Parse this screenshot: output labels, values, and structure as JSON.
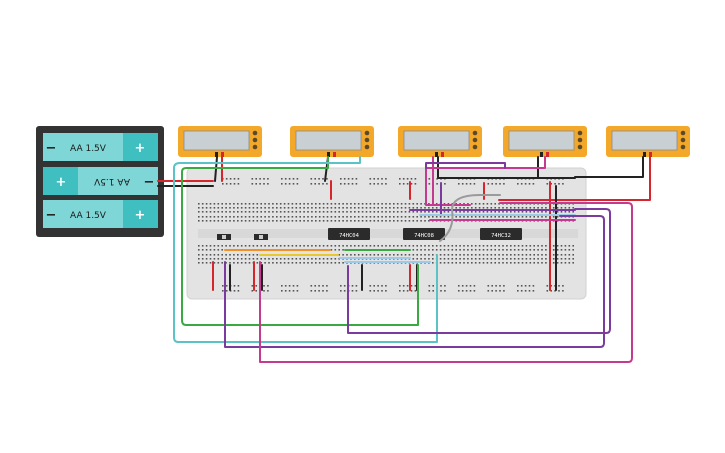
{
  "battery_pack": {
    "cells": [
      {
        "label": "AA 1.5V",
        "plus": "+",
        "minus": "−",
        "flipped": false
      },
      {
        "label": "AA 1.5V",
        "plus": "+",
        "minus": "−",
        "flipped": true
      },
      {
        "label": "AA 1.5V",
        "plus": "+",
        "minus": "−",
        "flipped": false
      }
    ]
  },
  "multimeters": [
    {
      "id": "m1"
    },
    {
      "id": "m2"
    },
    {
      "id": "m3"
    },
    {
      "id": "m4"
    },
    {
      "id": "m5"
    }
  ],
  "chips": [
    {
      "label": "74HC04"
    },
    {
      "label": "74HC08"
    },
    {
      "label": "74HC32"
    }
  ],
  "switches": [
    {
      "id": "sw1"
    },
    {
      "id": "sw2"
    }
  ],
  "colors": {
    "battery_body": "#333333",
    "battery_cell": "#3fbfbf",
    "battery_cell_light": "#7fd6d6",
    "meter_body": "#f4a829",
    "meter_screen": "#c9d0d3",
    "breadboard": "#e4e4e4",
    "chip": "#2b2b2b",
    "wire_red": "#d6262b",
    "wire_black": "#222222",
    "wire_green": "#3aa843",
    "wire_teal": "#5bc3c6",
    "wire_purple": "#7b3a9e",
    "wire_magenta": "#c43a8e",
    "wire_orange": "#f0902b",
    "wire_yellow": "#e7c92f",
    "wire_gray": "#9a9a9a",
    "wire_lightblue": "#9ecae8"
  }
}
